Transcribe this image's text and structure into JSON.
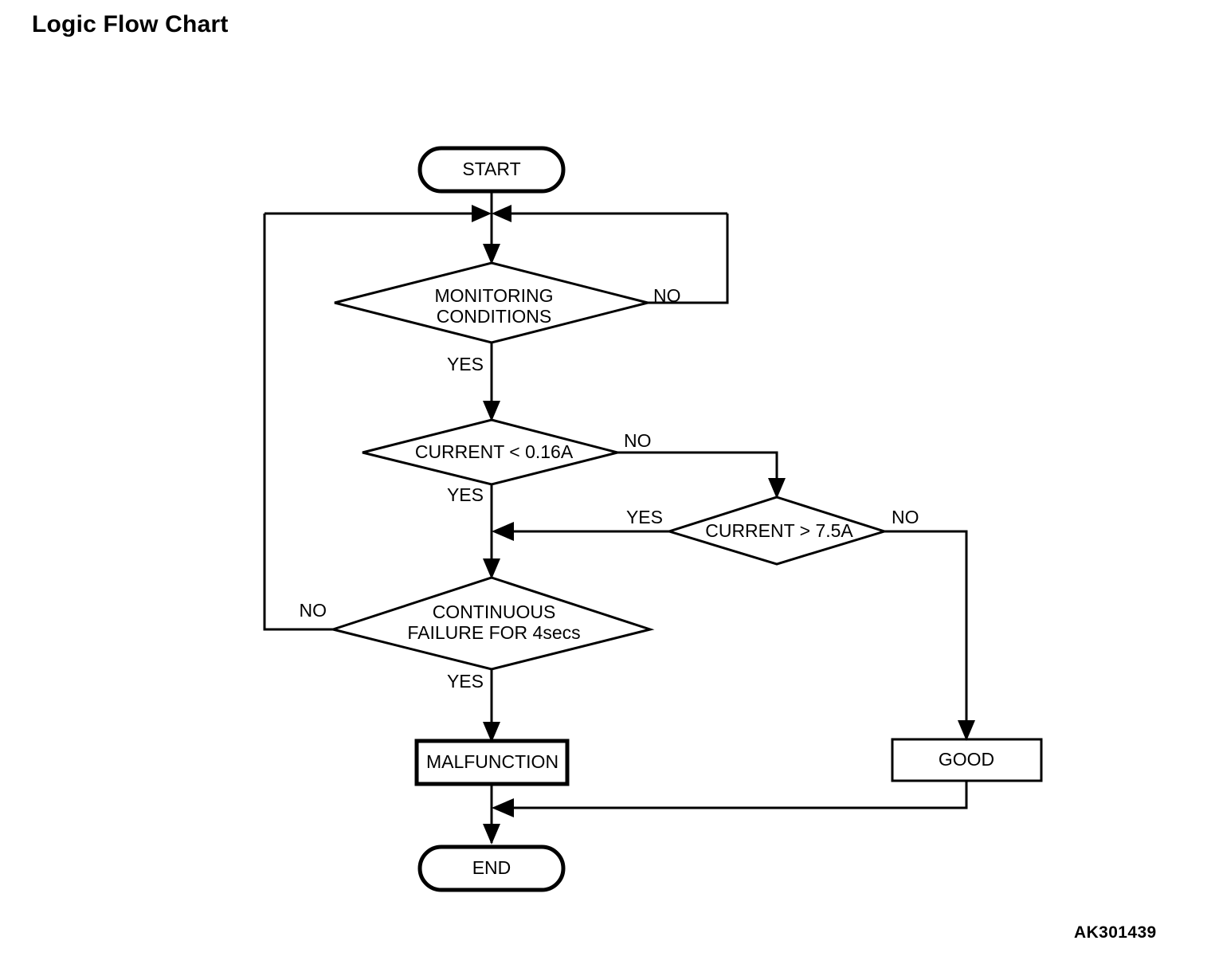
{
  "page": {
    "title": "Logic Flow Chart",
    "figure_code": "AK301439",
    "background_color": "#ffffff",
    "line_color": "#000000"
  },
  "chart_data": {
    "type": "diagram",
    "diagram_kind": "flowchart",
    "title": "Logic Flow Chart",
    "nodes": [
      {
        "id": "start",
        "shape": "terminator",
        "label": "START"
      },
      {
        "id": "monitoring",
        "shape": "decision",
        "label": "MONITORING CONDITIONS",
        "line1": "MONITORING",
        "line2": "CONDITIONS"
      },
      {
        "id": "current_lo",
        "shape": "decision",
        "label": "CURRENT < 0.16A"
      },
      {
        "id": "current_hi",
        "shape": "decision",
        "label": "CURRENT > 7.5A"
      },
      {
        "id": "cont_fail",
        "shape": "decision",
        "label": "CONTINUOUS FAILURE FOR 4secs",
        "line1": "CONTINUOUS",
        "line2": "FAILURE FOR 4secs"
      },
      {
        "id": "malfunction",
        "shape": "process",
        "label": "MALFUNCTION"
      },
      {
        "id": "good",
        "shape": "process",
        "label": "GOOD"
      },
      {
        "id": "end",
        "shape": "terminator",
        "label": "END"
      }
    ],
    "edges": [
      {
        "from": "start",
        "to": "monitoring",
        "label": ""
      },
      {
        "from": "monitoring",
        "to": "monitoring",
        "label": "NO"
      },
      {
        "from": "monitoring",
        "to": "current_lo",
        "label": "YES"
      },
      {
        "from": "current_lo",
        "to": "current_hi",
        "label": "NO"
      },
      {
        "from": "current_lo",
        "to": "cont_fail",
        "label": "YES"
      },
      {
        "from": "current_hi",
        "to": "cont_fail",
        "label": "YES"
      },
      {
        "from": "current_hi",
        "to": "good",
        "label": "NO"
      },
      {
        "from": "cont_fail",
        "to": "monitoring",
        "label": "NO"
      },
      {
        "from": "cont_fail",
        "to": "malfunction",
        "label": "YES"
      },
      {
        "from": "malfunction",
        "to": "end",
        "label": ""
      },
      {
        "from": "good",
        "to": "end",
        "label": ""
      }
    ]
  },
  "nodes": {
    "start": {
      "label": "START"
    },
    "monitoring": {
      "line1": "MONITORING",
      "line2": "CONDITIONS"
    },
    "current_low": {
      "label": "CURRENT < 0.16A"
    },
    "current_high": {
      "label": "CURRENT > 7.5A"
    },
    "continuous_failure": {
      "line1": "CONTINUOUS",
      "line2": "FAILURE FOR 4secs"
    },
    "malfunction": {
      "label": "MALFUNCTION"
    },
    "good": {
      "label": "GOOD"
    },
    "end": {
      "label": "END"
    }
  },
  "edge_labels": {
    "monitoring_no": "NO",
    "monitoring_yes": "YES",
    "current_low_no": "NO",
    "current_low_yes": "YES",
    "current_high_yes": "YES",
    "current_high_no": "NO",
    "continuous_failure_no": "NO",
    "continuous_failure_yes": "YES"
  }
}
